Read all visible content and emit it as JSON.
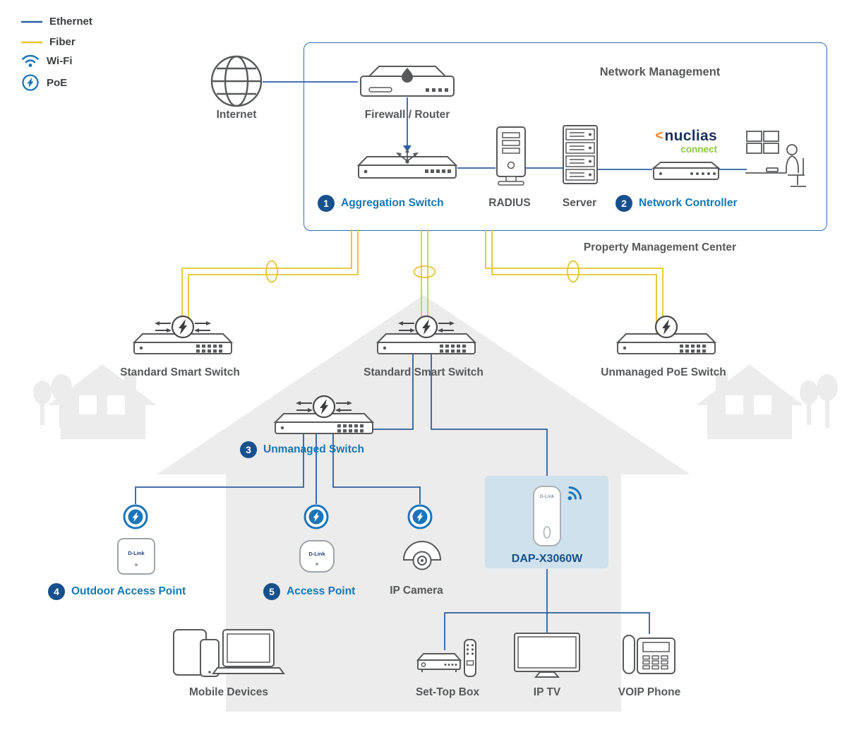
{
  "diagram": {
    "legend": [
      {
        "label": "Ethernet",
        "color": "#2d5f9f"
      },
      {
        "label": "Fiber",
        "color": "#e4c42c"
      },
      {
        "label": "Wi-Fi",
        "color": "#1b75bb"
      },
      {
        "label": "PoE",
        "color": "#1b75bb"
      }
    ],
    "management": {
      "title": "Network Management",
      "subtitle": "Property Management Center"
    },
    "brand": {
      "name": "nuclias",
      "sub": "connect",
      "device": "D-Link"
    },
    "nodes": {
      "internet": {
        "label": "Internet"
      },
      "firewall": {
        "label": "Firewall / Router"
      },
      "aggregation": {
        "badge": "1",
        "label": "Aggregation Switch"
      },
      "radius": {
        "label": "RADIUS"
      },
      "server": {
        "label": "Server"
      },
      "controller": {
        "badge": "2",
        "label": "Network Controller"
      },
      "smart_left": {
        "label": "Standard Smart Switch"
      },
      "smart_center": {
        "label": "Standard Smart Switch"
      },
      "poe_right": {
        "label": "Unmanaged PoE Switch"
      },
      "unmanaged": {
        "badge": "3",
        "label": "Unmanaged Switch"
      },
      "outdoor_ap": {
        "badge": "4",
        "label": "Outdoor Access Point"
      },
      "access_point": {
        "badge": "5",
        "label": "Access Point"
      },
      "camera": {
        "label": "IP Camera"
      },
      "dap": {
        "label": "DAP-X3060W"
      },
      "mobile": {
        "label": "Mobile Devices"
      },
      "settop": {
        "label": "Set-Top Box"
      },
      "iptv": {
        "label": "IP TV"
      },
      "voip": {
        "label": "VOIP Phone"
      }
    },
    "colors": {
      "ethernet": "#2d5f9f",
      "fiber": "#e4c42c",
      "wifi": "#1b75bb",
      "accent_blue": "#1577b4",
      "badge_navy": "#17508c",
      "label_gray": "#57585a",
      "dap_highlight": "#cfe1ed",
      "house_gray": "#ececec"
    }
  }
}
